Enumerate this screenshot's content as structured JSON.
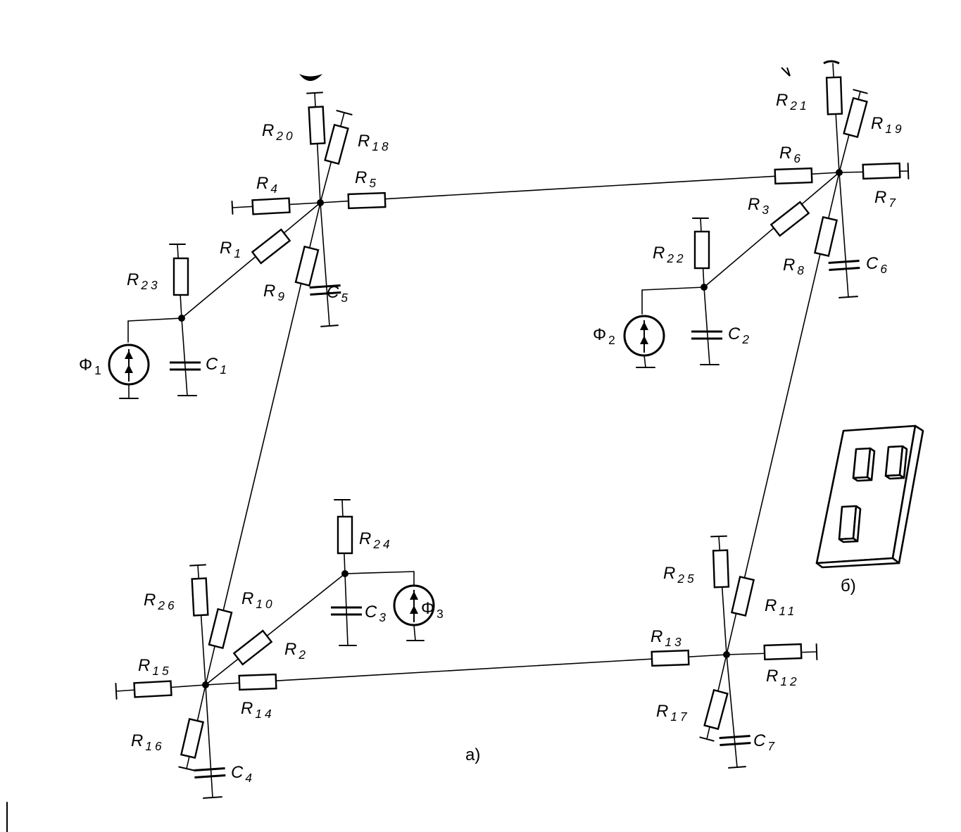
{
  "labels": {
    "r1": "R",
    "r1_sub": "1",
    "r2": "R",
    "r2_sub": "2",
    "r3": "R",
    "r3_sub": "3",
    "r4": "R",
    "r4_sub": "4",
    "r5": "R",
    "r5_sub": "5",
    "r6": "R",
    "r6_sub": "6",
    "r7": "R",
    "r7_sub": "7",
    "r8": "R",
    "r8_sub": "8",
    "r9": "R",
    "r9_sub": "9",
    "r10": "R",
    "r10_sub": "10",
    "r11": "R",
    "r11_sub": "11",
    "r12": "R",
    "r12_sub": "12",
    "r13": "R",
    "r13_sub": "13",
    "r14": "R",
    "r14_sub": "14",
    "r15": "R",
    "r15_sub": "15",
    "r16": "R",
    "r16_sub": "16",
    "r17": "R",
    "r17_sub": "17",
    "r18": "R",
    "r18_sub": "18",
    "r19": "R",
    "r19_sub": "19",
    "r20": "R",
    "r20_sub": "20",
    "r21": "R",
    "r21_sub": "21",
    "r22": "R",
    "r22_sub": "22",
    "r23": "R",
    "r23_sub": "23",
    "r24": "R",
    "r24_sub": "24",
    "r25": "R",
    "r25_sub": "25",
    "r26": "R",
    "r26_sub": "26",
    "c1": "C",
    "c1_sub": "1",
    "c2": "C",
    "c2_sub": "2",
    "c3": "C",
    "c3_sub": "3",
    "c4": "C",
    "c4_sub": "4",
    "c5": "C",
    "c5_sub": "5",
    "c6": "C",
    "c6_sub": "6",
    "c7": "C",
    "c7_sub": "7",
    "phi1": "Φ",
    "phi1_sub": "1",
    "phi2": "Φ",
    "phi2_sub": "2",
    "phi3": "Φ",
    "phi3_sub": "3"
  },
  "captions": {
    "a": "а)",
    "b": "б)"
  }
}
